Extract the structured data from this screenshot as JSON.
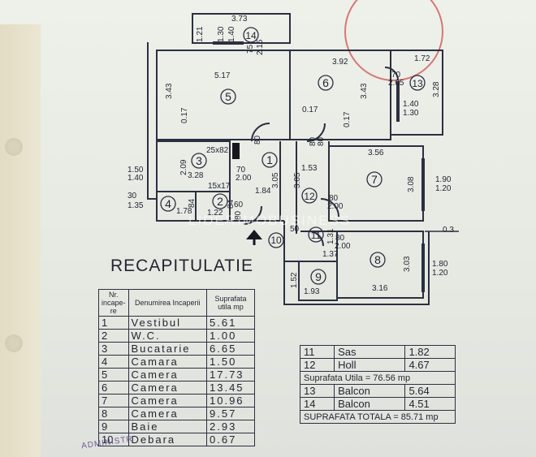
{
  "title": "RECAPITULATIE",
  "watermark": "LIDERIMOBUSINESS",
  "stamp_bottom": "ADMINISTR",
  "table1": {
    "headers": [
      "Nr. incape-re",
      "Denumirea Incaperii",
      "Suprafata utila mp"
    ],
    "rows": [
      {
        "nr": "1",
        "name": "Vestibul",
        "area": "5.61"
      },
      {
        "nr": "2",
        "name": "W.C.",
        "area": "1.00"
      },
      {
        "nr": "3",
        "name": "Bucatarie",
        "area": "6.65"
      },
      {
        "nr": "4",
        "name": "Camara",
        "area": "1.50"
      },
      {
        "nr": "5",
        "name": "Camera",
        "area": "17.73"
      },
      {
        "nr": "6",
        "name": "Camera",
        "area": "13.45"
      },
      {
        "nr": "7",
        "name": "Camera",
        "area": "10.96"
      },
      {
        "nr": "8",
        "name": "Camera",
        "area": "9.57"
      },
      {
        "nr": "9",
        "name": "Baie",
        "area": "2.93"
      },
      {
        "nr": "10",
        "name": "Debara",
        "area": "0.67"
      }
    ]
  },
  "table2": {
    "rows": [
      {
        "nr": "11",
        "name": "Sas",
        "area": "1.82"
      },
      {
        "nr": "12",
        "name": "Holl",
        "area": "4.67"
      }
    ],
    "utila": "Suprafata Utila = 76.56 mp",
    "balcon_rows": [
      {
        "nr": "13",
        "name": "Balcon",
        "area": "5.64"
      },
      {
        "nr": "14",
        "name": "Balcon",
        "area": "4.51"
      }
    ],
    "totala": "SUPRAFATA TOTALA = 85.71 mp"
  },
  "plan": {
    "rooms": [
      "1",
      "2",
      "3",
      "4",
      "5",
      "6",
      "7",
      "8",
      "9",
      "10",
      "11",
      "12",
      "13",
      "14"
    ],
    "dims": {
      "d373": "3.73",
      "d121": "1.21",
      "d130": "1.30",
      "d140": "1.40",
      "d215": "2.15",
      "d75": "75",
      "d517": "5.17",
      "d343a": "3.43",
      "d017a": "0.17",
      "d80a": "80",
      "d392": "3.92",
      "d172": "1.72",
      "d70a": "70",
      "d205": "2.05",
      "d328": "3.28",
      "d017b": "0.17",
      "d343b": "3.43",
      "d017c": "0.17",
      "d140b": "1.40",
      "d130b": "1.30",
      "d80b": "80",
      "d80c": "80",
      "d25x82": "25x82",
      "d209": "2.09",
      "d328b": "3.28",
      "d70b": "70",
      "d200a": "2.00",
      "d305a": "3.05",
      "d153": "1.53",
      "d356": "3.56",
      "d308": "3.08",
      "d190": "1.90",
      "d120a": "1.20",
      "d150": "1.50",
      "d140c": "1.40",
      "d30": "30",
      "d135": "1.35",
      "d84a": "84",
      "d178": "1.78",
      "d15x17": "15x17",
      "d184": "1.84",
      "d84b": "84",
      "d60": "60",
      "d122": "1.22",
      "d80d": "80",
      "d305b": "3.05",
      "d80e": "80",
      "d200b": "2.00",
      "d03": "0.3",
      "d50": "50",
      "d80f": "80",
      "d200c": "2.00",
      "d131": "1.31",
      "d137": "1.37",
      "d303": "3.03",
      "d180": "1.80",
      "d120b": "1.20",
      "d152": "1.52",
      "d193": "1.93",
      "d316": "3.16"
    }
  }
}
